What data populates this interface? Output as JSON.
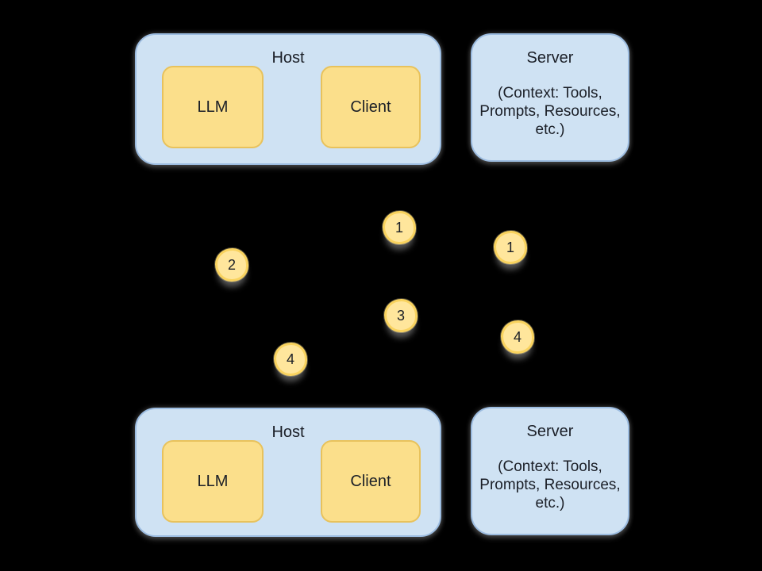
{
  "palette": {
    "canvas_bg": "#000000",
    "box_fill": "#cfe2f3",
    "box_border": "#9cbce0",
    "inner_fill": "#fbdf8b",
    "inner_border": "#e8c25c",
    "badge_fill": "#ffe69c",
    "badge_border": "#f9d35f",
    "text": "#1b1f27"
  },
  "groups": {
    "top": {
      "host": {
        "title": "Host",
        "llm_label": "LLM",
        "client_label": "Client"
      },
      "server": {
        "title": "Server",
        "context_lines": [
          "(Context: Tools,",
          "Prompts, Resources,",
          "etc.)"
        ]
      }
    },
    "bottom": {
      "host": {
        "title": "Host",
        "llm_label": "LLM",
        "client_label": "Client"
      },
      "server": {
        "title": "Server",
        "context_lines": [
          "(Context: Tools,",
          "Prompts, Resources,",
          "etc.)"
        ]
      }
    }
  },
  "badges": [
    {
      "label": "1"
    },
    {
      "label": "2"
    },
    {
      "label": "1"
    },
    {
      "label": "3"
    },
    {
      "label": "4"
    },
    {
      "label": "4"
    }
  ]
}
